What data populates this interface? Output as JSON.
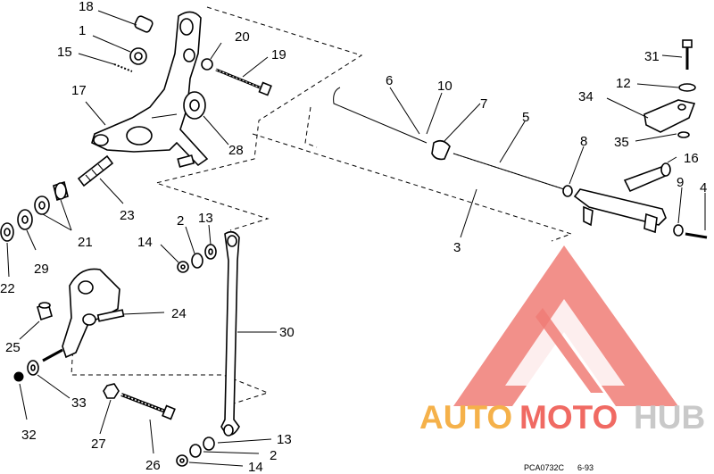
{
  "diagram": {
    "callouts": {
      "c1": "1",
      "c2": "2",
      "c3": "3",
      "c4": "4",
      "c5": "5",
      "c6": "6",
      "c7": "7",
      "c8": "8",
      "c9": "9",
      "c10": "10",
      "c12": "12",
      "c13": "13",
      "c14": "14",
      "c15": "15",
      "c16": "16",
      "c17": "17",
      "c18": "18",
      "c19": "19",
      "c20": "20",
      "c21": "21",
      "c22": "22",
      "c23": "23",
      "c24": "24",
      "c25": "25",
      "c26": "26",
      "c27": "27",
      "c28": "28",
      "c29": "29",
      "c30": "30",
      "c31": "31",
      "c32": "32",
      "c33": "33",
      "c34": "34",
      "c35": "35",
      "c2b": "2",
      "c13b": "13",
      "c14b": "14"
    },
    "reference_code": "PCA0732C",
    "reference_date": "6-93"
  },
  "watermark": {
    "word_part1": "AUTO",
    "word_part2": "MOTO",
    "word_part3": "HUB",
    "color_orange": "#f5b14a",
    "color_red": "#f06a63",
    "color_grey": "#c9c9c9",
    "logo_color": "#f07c75"
  }
}
